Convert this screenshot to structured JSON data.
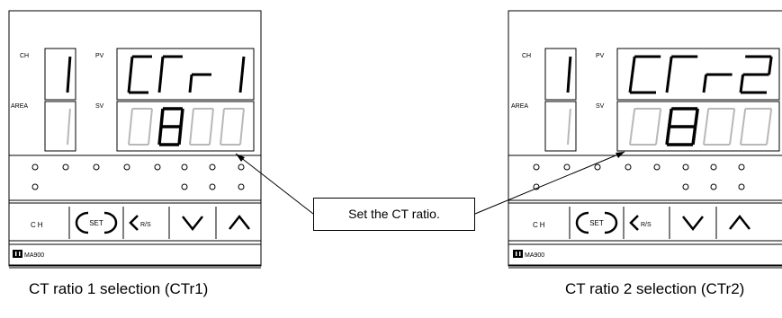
{
  "panels": [
    {
      "label_ch": "CH",
      "label_pv": "PV",
      "label_area": "AREA",
      "label_sv": "SV",
      "ch_value": "1",
      "area_value": "1",
      "pv_text": "CTr1",
      "sv_value": "0800",
      "key_ch": "CH",
      "key_set": "SET",
      "key_rs": "R/S",
      "model": "MA900",
      "caption": "CT ratio 1 selection (CTr1)"
    },
    {
      "label_ch": "CH",
      "label_pv": "PV",
      "label_area": "AREA",
      "label_sv": "SV",
      "ch_value": "1",
      "area_value": "1",
      "pv_text": "CTr2",
      "sv_value": "0800",
      "key_ch": "CH",
      "key_set": "SET",
      "key_rs": "R/S",
      "model": "MA900",
      "caption": "CT ratio 2 selection (CTr2)"
    }
  ],
  "callout": "Set the CT ratio.",
  "colors": {
    "lit": "#000000",
    "dim": "#b8b8b8",
    "line": "#000000"
  }
}
